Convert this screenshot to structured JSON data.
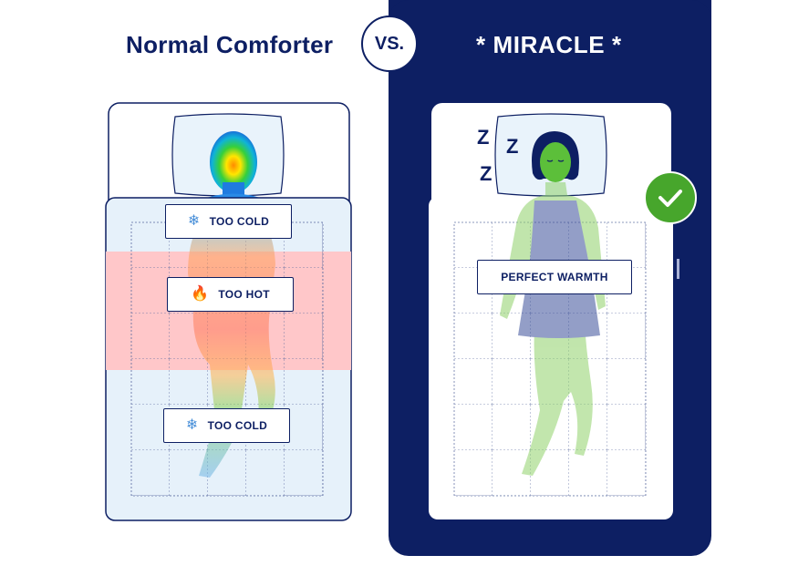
{
  "left": {
    "title": "Normal Comforter",
    "labels": {
      "top": "TOO COLD",
      "middle": "TOO HOT",
      "bottom": "TOO COLD"
    }
  },
  "vs": "VS.",
  "right": {
    "title": "* MIRACLE *",
    "label": "PERFECT WARMTH",
    "snore": [
      "Z",
      "Z",
      "Z"
    ]
  },
  "icons": {
    "cold": "snowflake-icon",
    "hot": "flame-icon",
    "approved": "checkmark-icon"
  },
  "colors": {
    "navy": "#0d1f63",
    "hot_band": "#ffc7c9",
    "cold_blanket": "#e6f1fa",
    "green_check": "#47a62c",
    "body_green": "#8fd16a"
  }
}
